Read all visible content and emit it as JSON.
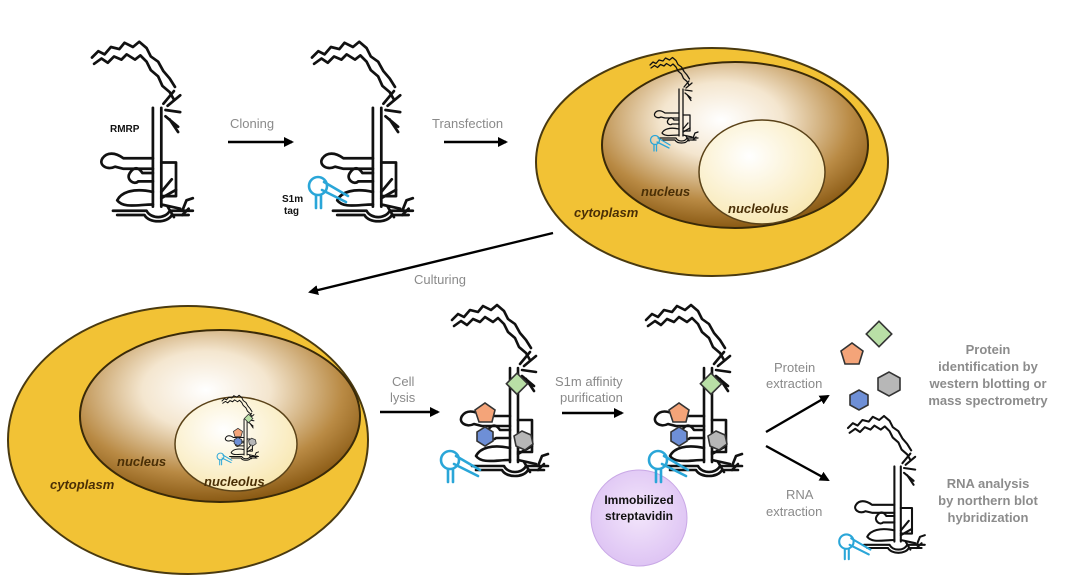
{
  "labels": {
    "rmrp": "RMRP",
    "s1m_tag_line1": "S1m",
    "s1m_tag_line2": "tag",
    "cloning": "Cloning",
    "transfection": "Transfection",
    "culturing": "Culturing",
    "cell_lysis_line1": "Cell",
    "cell_lysis_line2": "lysis",
    "affinity_line1": "S1m affinity",
    "affinity_line2": "purification",
    "protein_extraction_line1": "Protein",
    "protein_extraction_line2": "extraction",
    "rna_extraction_line1": "RNA",
    "rna_extraction_line2": "extraction",
    "streptavidin_line1": "Immobilized",
    "streptavidin_line2": "streptavidin"
  },
  "cell_top": {
    "cytoplasm": "cytoplasm",
    "nucleus": "nucleus",
    "nucleolus": "nucleolus"
  },
  "cell_bottom": {
    "cytoplasm": "cytoplasm",
    "nucleus": "nucleus",
    "nucleolus": "nucleolus"
  },
  "results": {
    "protein": [
      "Protein",
      "identification by",
      "western blotting or",
      "mass spectrometry"
    ],
    "rna": [
      "RNA analysis",
      "by northern blot",
      "hybridization"
    ]
  },
  "colors": {
    "cytoplasm": "#f2c235",
    "nucleus_dark": "#8a5a14",
    "nucleolus": "#fdf0c8",
    "s1m_tag": "#2aa6d8",
    "protein_green": "#b9dfa6",
    "protein_orange": "#f4a479",
    "protein_blue": "#6e8fd6",
    "protein_gray": "#b7b7b7",
    "streptavidin": "#e3ccf5"
  }
}
